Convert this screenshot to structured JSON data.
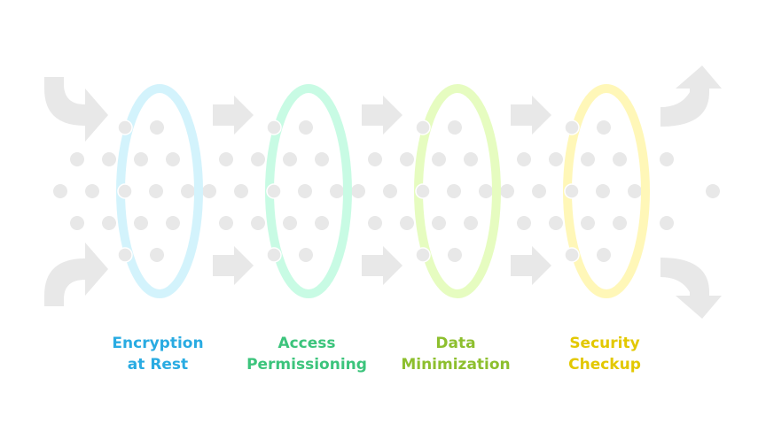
{
  "stages": [
    {
      "label_line1": "Encryption",
      "label_line2": "at Rest",
      "ring_color": "#d3f3fc",
      "text_color": "#29abe2"
    },
    {
      "label_line1": "Access",
      "label_line2": "Permissioning",
      "ring_color": "#c8fbe4",
      "text_color": "#3cc47c"
    },
    {
      "label_line1": "Data",
      "label_line2": "Minimization",
      "ring_color": "#e6fcc0",
      "text_color": "#8dbf2e"
    },
    {
      "label_line1": "Security",
      "label_line2": "Checkup",
      "ring_color": "#fff7b8",
      "text_color": "#e3c800"
    }
  ],
  "arrow_color": "#e8e8e8",
  "dot_color": "#e8e8e8"
}
